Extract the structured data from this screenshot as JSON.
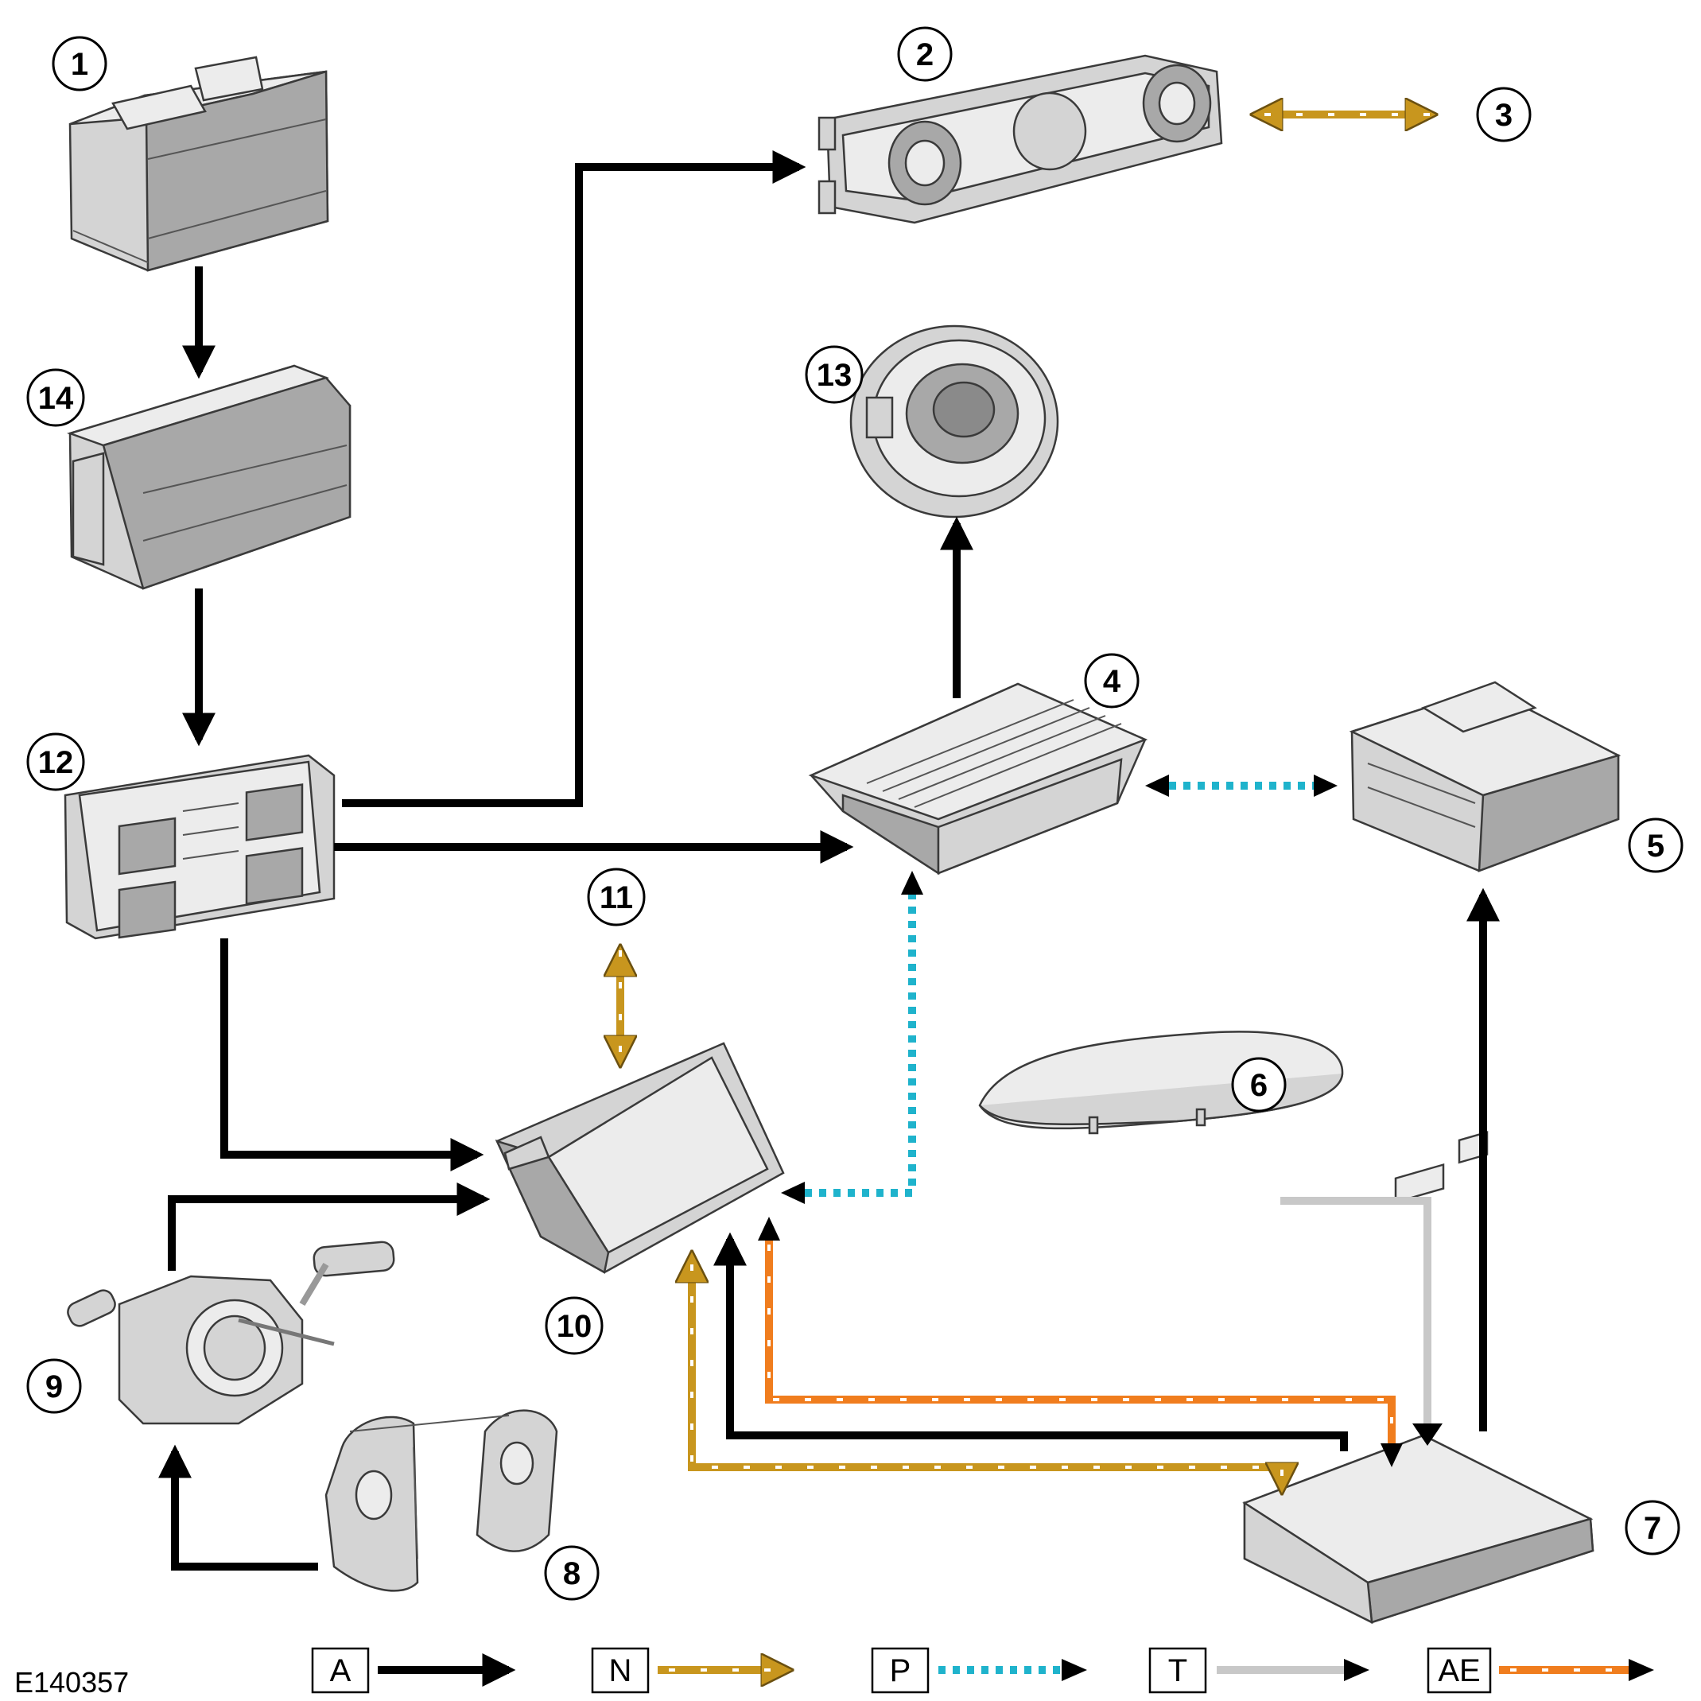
{
  "components": [
    {
      "id": "1",
      "label": "1",
      "name": "battery"
    },
    {
      "id": "2",
      "label": "2",
      "name": "climate-control-panel"
    },
    {
      "id": "3",
      "label": "3",
      "name": "network-connection"
    },
    {
      "id": "4",
      "label": "4",
      "name": "audio-amplifier"
    },
    {
      "id": "5",
      "label": "5",
      "name": "audio-unit"
    },
    {
      "id": "6",
      "label": "6",
      "name": "antenna"
    },
    {
      "id": "7",
      "label": "7",
      "name": "control-module"
    },
    {
      "id": "8",
      "label": "8",
      "name": "steering-wheel-switches"
    },
    {
      "id": "9",
      "label": "9",
      "name": "clockspring-switch-assembly"
    },
    {
      "id": "10",
      "label": "10",
      "name": "display-module"
    },
    {
      "id": "11",
      "label": "11",
      "name": "network-connection"
    },
    {
      "id": "12",
      "label": "12",
      "name": "fuse-box-module"
    },
    {
      "id": "13",
      "label": "13",
      "name": "speaker"
    },
    {
      "id": "14",
      "label": "14",
      "name": "power-distribution-box"
    }
  ],
  "legend": [
    {
      "code": "A",
      "style": "solid",
      "color": "#000000"
    },
    {
      "code": "N",
      "style": "gold-dashed",
      "color": "#c8961e"
    },
    {
      "code": "P",
      "style": "cyan-dotted",
      "color": "#1fb3cc"
    },
    {
      "code": "T",
      "style": "grey-solid",
      "color": "#c8c8c8"
    },
    {
      "code": "AE",
      "style": "orange-dashed",
      "color": "#f07d1e"
    }
  ],
  "reference": "E140357",
  "colors": {
    "A": "#000000",
    "N": "#c8961e",
    "P": "#1fb3cc",
    "T": "#c8c8c8",
    "AE": "#f07d1e"
  }
}
